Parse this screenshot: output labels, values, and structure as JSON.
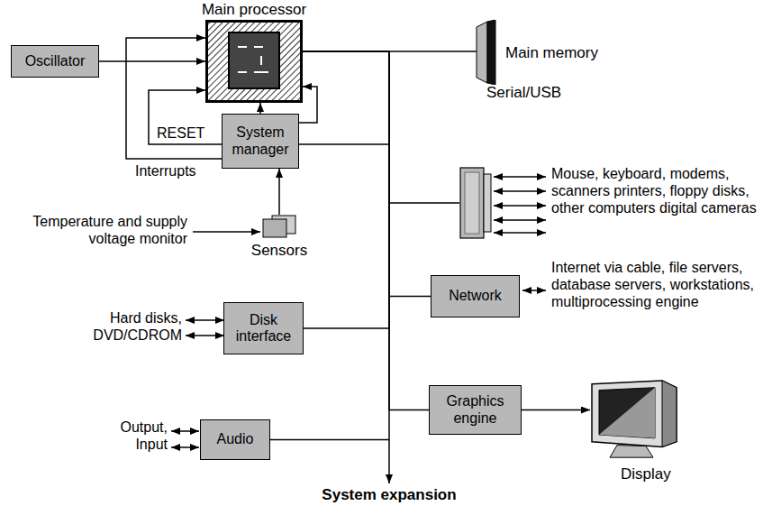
{
  "diagram": {
    "nodes": [
      {
        "text": [
          "Oscillator"
        ]
      },
      {
        "text": [
          "Main processor"
        ]
      },
      {
        "text": [
          "Main memory"
        ]
      },
      {
        "text": [
          "System manager"
        ]
      },
      {
        "text": [
          "Sensors"
        ]
      },
      {
        "text": [
          "Serial/USB"
        ]
      },
      {
        "text": [
          "Network"
        ]
      },
      {
        "text": [
          "Disk interface"
        ]
      },
      {
        "text": [
          "Graphics engine"
        ]
      },
      {
        "text": [
          "Audio"
        ]
      },
      {
        "text": [
          "Display"
        ]
      }
    ],
    "edges": [
      {
        "from": 0,
        "to": 1,
        "arrow": "to"
      },
      {
        "from": 1,
        "to": 2,
        "arrow": "none"
      },
      {
        "from": 3,
        "to": 1,
        "arrow": "to"
      },
      {
        "from": 3,
        "to": 1,
        "label": "RESET",
        "arrow": "to"
      },
      {
        "from": 3,
        "to": 1,
        "label": "Interrupts",
        "arrow": "to"
      },
      {
        "from": 3,
        "to": 1,
        "arrow": "to"
      },
      {
        "from": 4,
        "to": 3,
        "arrow": "to"
      },
      {
        "from": 1,
        "to": 3,
        "arrow": "none"
      },
      {
        "from": 1,
        "to": 5,
        "arrow": "none"
      },
      {
        "from": 1,
        "to": 6,
        "arrow": "none"
      },
      {
        "from": 1,
        "to": 7,
        "arrow": "none"
      },
      {
        "from": 1,
        "to": 8,
        "arrow": "none"
      },
      {
        "from": 1,
        "to": 9,
        "arrow": "none"
      },
      {
        "from": 8,
        "to": 10,
        "arrow": "to"
      }
    ],
    "labels": [
      "Temperature and supply voltage monitor",
      "Mouse, keyboard, modems, scanners printers, floppy disks, other computers digital cameras",
      "Internet via cable, file servers, database servers, workstations, multiprocessing engine",
      "Hard disks, DVD/CDROM",
      "Output, Input",
      "System expansion"
    ]
  }
}
